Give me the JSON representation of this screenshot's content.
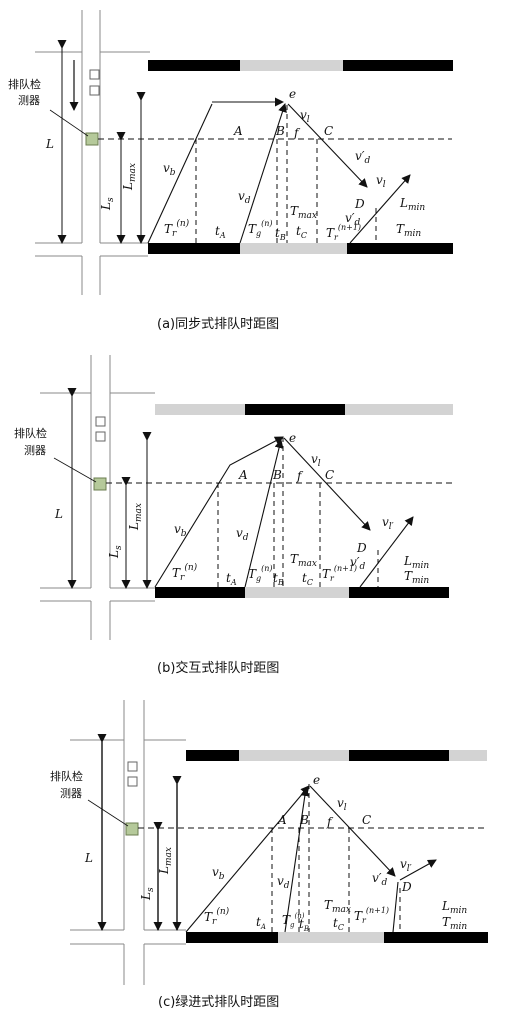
{
  "panels": [
    {
      "caption": "(a)同步式排队时距图",
      "detector_label": [
        "排队检",
        "测器"
      ],
      "signal_top": [
        "black",
        "gray",
        "black"
      ],
      "signal_bottom": [
        "black",
        "gray",
        "black"
      ],
      "labels": {
        "L": "L",
        "Ls": "L",
        "Ls_sub": "s",
        "Lmax": "L",
        "Lmax_sub": "max",
        "e": "e",
        "A": "A",
        "B": "B",
        "C": "C",
        "D": "D",
        "f": "f",
        "vb": "v",
        "vb_sub": "b",
        "vd": "v",
        "vd_sub": "d",
        "vl": "v",
        "vl_sub": "l",
        "vpd": "v′",
        "vpd_sub": "d",
        "vl2": "v",
        "vl2_sub": "l",
        "vpd2": "v′",
        "vpd2_sub": "d",
        "Tr": "T",
        "Tr_sub": "r",
        "Tr_sup": "(n)",
        "Tg": "T",
        "Tg_sub": "g",
        "Tg_sup": "(n)",
        "tA": "t",
        "tA_sub": "A",
        "tB": "t",
        "tB_sub": "B",
        "tC": "t",
        "tC_sub": "C",
        "Tmax": "T",
        "Tmax_sub": "max",
        "Tr2": "T",
        "Tr2_sub": "r",
        "Tr2_sup": "(n+1)",
        "Lmin": "L",
        "Lmin_sub": "min",
        "Tmin": "T",
        "Tmin_sub": "min"
      }
    },
    {
      "caption": "(b)交互式排队时距图",
      "detector_label": [
        "排队检",
        "测器"
      ],
      "signal_top": [
        "gray",
        "black",
        "gray"
      ],
      "signal_bottom": [
        "black",
        "gray",
        "black"
      ],
      "labels": {
        "L": "L",
        "Ls": "L",
        "Ls_sub": "s",
        "Lmax": "L",
        "Lmax_sub": "max",
        "e": "e",
        "A": "A",
        "B": "B",
        "C": "C",
        "D": "D",
        "f": "f",
        "vb": "v",
        "vb_sub": "b",
        "vd": "v",
        "vd_sub": "d",
        "vl": "v",
        "vl_sub": "l",
        "vpd": "v′",
        "vpd_sub": "d",
        "vl2": "v",
        "vl2_sub": "l′",
        "Tr": "T",
        "Tr_sub": "r",
        "Tr_sup": "(n)",
        "Tg": "T",
        "Tg_sub": "g",
        "Tg_sup": "(n)",
        "tA": "t",
        "tA_sub": "A",
        "tB": "t",
        "tB_sub": "B",
        "tC": "t",
        "tC_sub": "C",
        "Tmax": "T",
        "Tmax_sub": "max",
        "Tr2": "T",
        "Tr2_sub": "r",
        "Tr2_sup": "(n+1)",
        "Lmin": "L",
        "Lmin_sub": "min",
        "Tmin": "T",
        "Tmin_sub": "min"
      }
    },
    {
      "caption": "(c)绿进式排队时距图",
      "detector_label": [
        "排队检",
        "测器"
      ],
      "signal_top": [
        "black",
        "gray",
        "black",
        "gray"
      ],
      "signal_bottom": [
        "black",
        "gray",
        "black"
      ],
      "labels": {
        "L": "L",
        "Ls": "L",
        "Ls_sub": "s",
        "Lmax": "L",
        "Lmax_sub": "max",
        "e": "e",
        "A": "A",
        "B": "B",
        "C": "C",
        "D": "D",
        "f": "f",
        "vb": "v",
        "vb_sub": "b",
        "vd": "v",
        "vd_sub": "d",
        "vl": "v",
        "vl_sub": "l",
        "vpd": "v′",
        "vpd_sub": "d",
        "vl2": "v",
        "vl2_sub": "l′",
        "Tr": "T",
        "Tr_sub": "r",
        "Tr_sup": "(n)",
        "Tg": "T",
        "Tg_sub": "g",
        "Tg_sup": "(n)",
        "tA": "t",
        "tA_sub": "A",
        "tB": "t",
        "tB_sub": "B",
        "tC": "t",
        "tC_sub": "C",
        "Tmax": "T",
        "Tmax_sub": "max",
        "Tr2": "T",
        "Tr2_sub": "r",
        "Tr2_sup": "(n+1)",
        "Lmin": "L",
        "Lmin_sub": "min",
        "Tmin": "T",
        "Tmin_sub": "min"
      }
    }
  ],
  "colors": {
    "signal_red": "#000000",
    "signal_green": "#d3d3d3",
    "detector": "#b5c99a",
    "line": "#111111"
  }
}
